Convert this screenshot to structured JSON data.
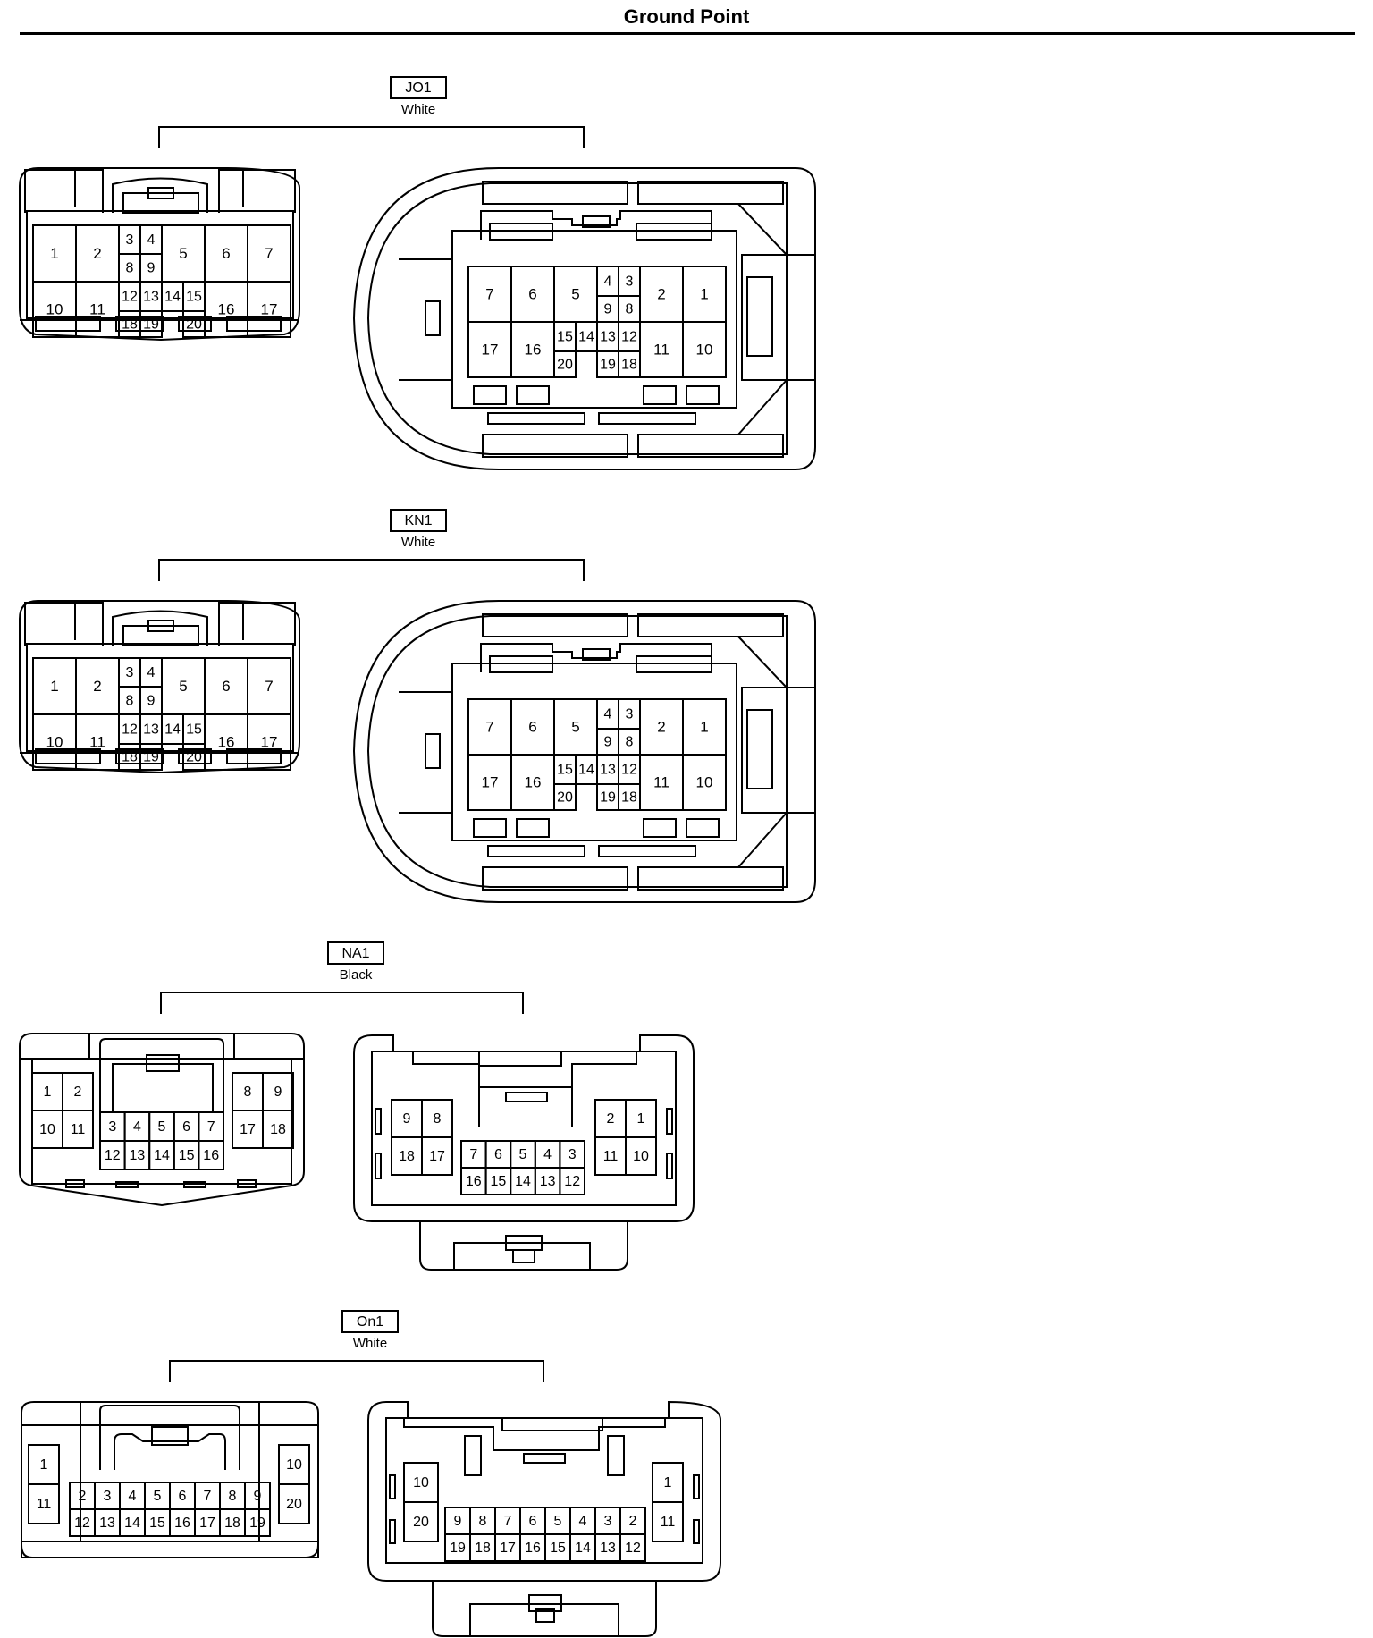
{
  "header": {
    "title": "Ground Point"
  },
  "connectors": [
    {
      "code": "JO1",
      "color": "White"
    },
    {
      "code": "KN1",
      "color": "White"
    },
    {
      "code": "NA1",
      "color": "Black"
    },
    {
      "code": "On1",
      "color": "White"
    }
  ]
}
